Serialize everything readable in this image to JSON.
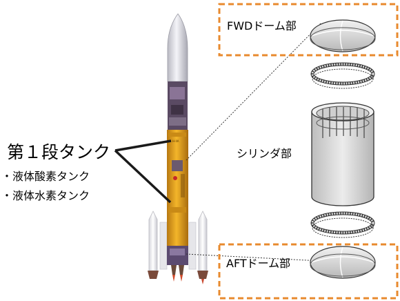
{
  "labels": {
    "first_stage_tank": "第１段タンク",
    "lox_tank": "・液体酸素タンク",
    "lh2_tank": "・液体水素タンク",
    "fwd_dome": "FWDドーム部",
    "cylinder": "シリンダ部",
    "aft_dome": "AFTドーム部"
  },
  "colors": {
    "highlight_box": "#e88a2e",
    "callout_line": "#1a1a1a",
    "rocket_body": "#e8a21c",
    "nose": "#dcdce2",
    "component_fill": "#dcdcdc"
  }
}
